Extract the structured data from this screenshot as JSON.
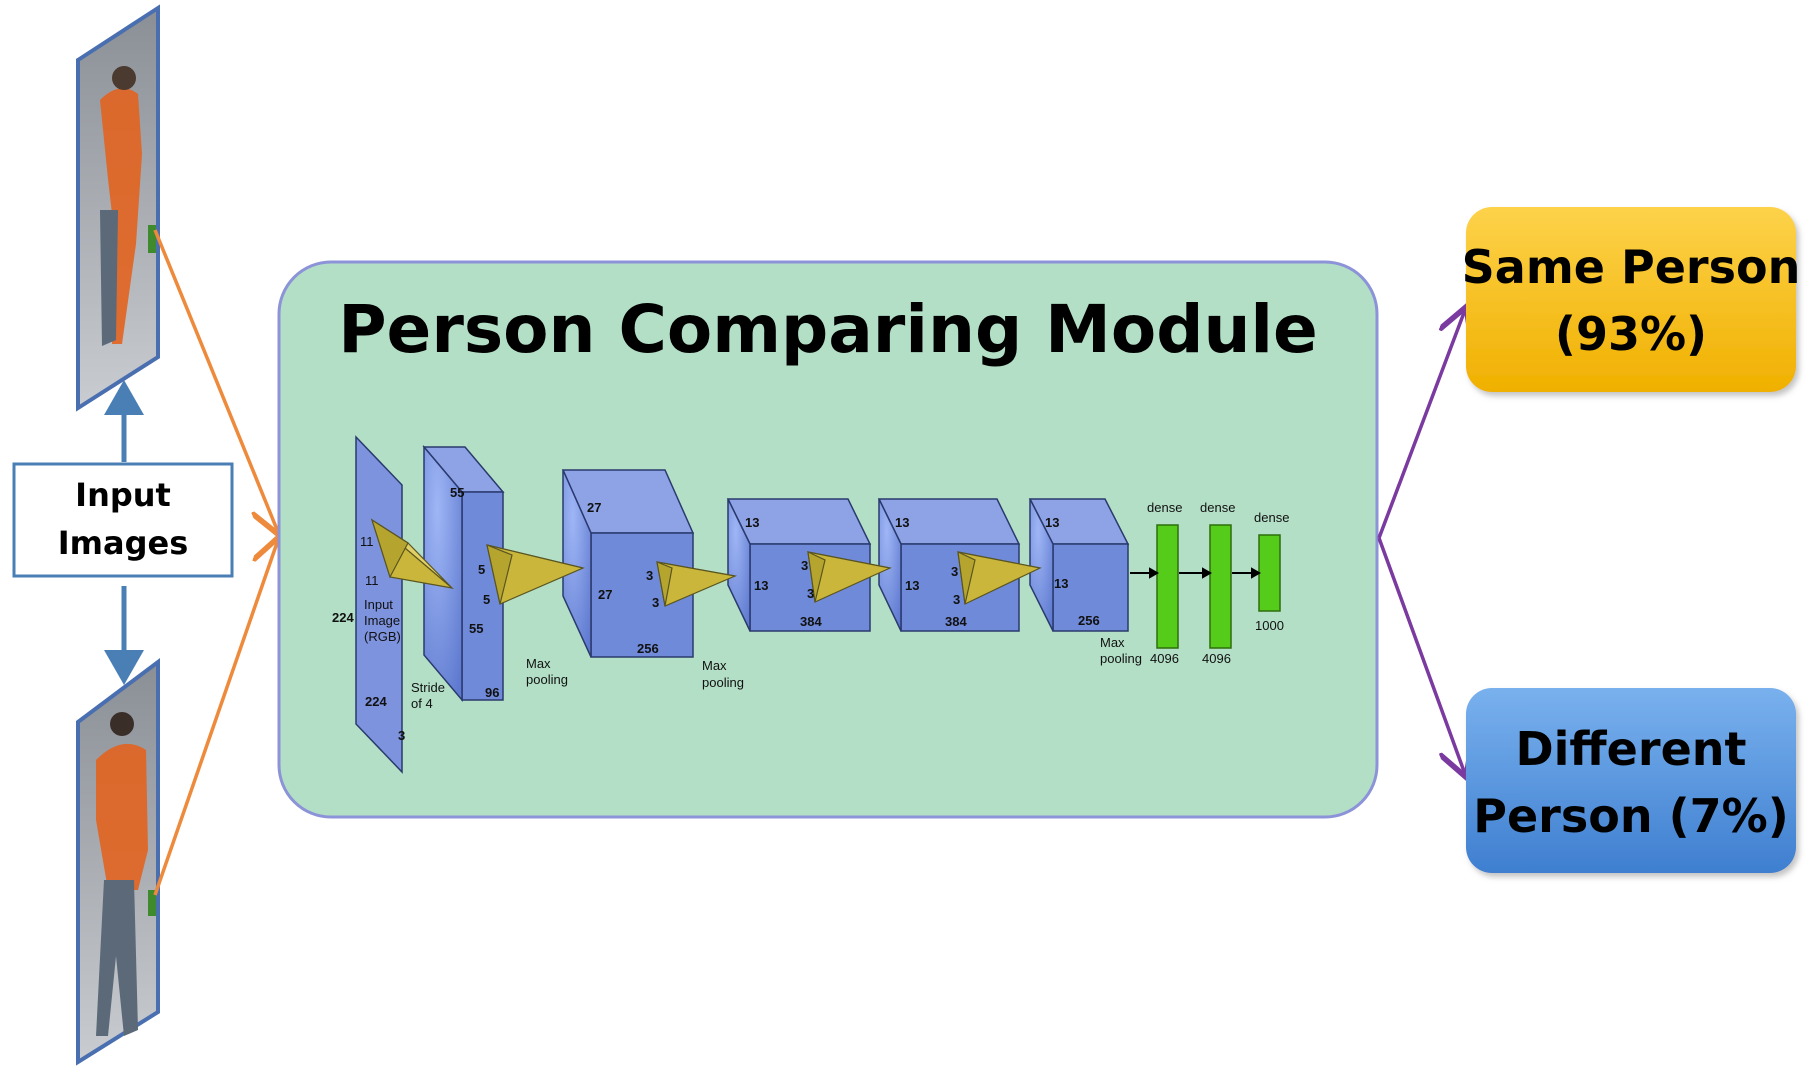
{
  "module": {
    "title": "Person Comparing Module"
  },
  "input_box": {
    "line1": "Input",
    "line2": "Images"
  },
  "outputs": {
    "same": {
      "line1": "Same Person",
      "line2": "(93%)"
    },
    "different": {
      "line1": "Different",
      "line2": "Person (7%)"
    }
  },
  "cnn": {
    "input": {
      "d224a": "224",
      "d224b": "224",
      "d3": "3",
      "k11a": "11",
      "k11b": "11",
      "label1": "Input",
      "label2": "Image",
      "label3": "(RGB)",
      "stride1": "Stride",
      "stride2": "of 4"
    },
    "conv1": {
      "d55a": "55",
      "d55b": "55",
      "k5a": "5",
      "k5b": "5",
      "depth": "96",
      "pool1": "Max",
      "pool2": "pooling"
    },
    "conv2": {
      "d27a": "27",
      "d27b": "27",
      "k3a": "3",
      "k3b": "3",
      "depth": "256",
      "pool1": "Max",
      "pool2": "pooling"
    },
    "conv3": {
      "d13a": "13",
      "d13b": "13",
      "k3a": "3",
      "k3b": "3",
      "depth": "384"
    },
    "conv4": {
      "d13a": "13",
      "d13b": "13",
      "k3a": "3",
      "k3b": "3",
      "depth": "384"
    },
    "conv5": {
      "d13a": "13",
      "d13b": "13",
      "depth": "256",
      "pool1": "Max",
      "pool2": "pooling"
    },
    "dense": [
      {
        "label": "dense",
        "size": "4096"
      },
      {
        "label": "dense",
        "size": "4096"
      },
      {
        "label": "dense",
        "size": "1000"
      }
    ]
  },
  "colors": {
    "module_fill": "#b3dfc6",
    "module_border": "#8c93d8",
    "orange_arrow": "#ee8a3c",
    "blue_arrow": "#4a7fb5",
    "purple_arrow": "#7a3aa0",
    "same_fill": "#f5b800",
    "different_fill": "#4f8fd6",
    "cube": "#6f8ad8",
    "kernel": "#d4c24a",
    "dense_fill": "#55cc1a"
  },
  "icons": [
    "person-photo-top",
    "person-photo-bottom"
  ]
}
